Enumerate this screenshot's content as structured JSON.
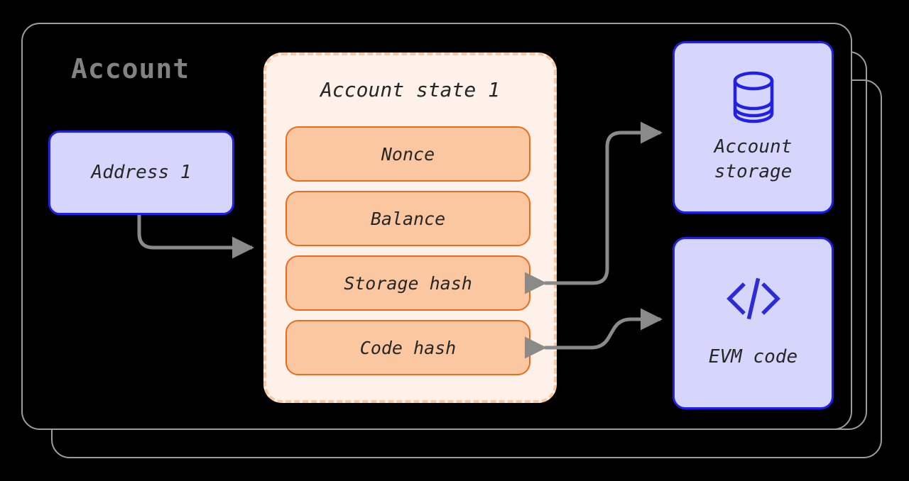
{
  "diagram": {
    "title": "Account",
    "container_label": "Account",
    "state_panel": {
      "title": "Account state 1",
      "fields": [
        {
          "label": "Nonce"
        },
        {
          "label": "Balance"
        },
        {
          "label": "Storage hash"
        },
        {
          "label": "Code hash"
        }
      ]
    },
    "address_box": {
      "label": "Address 1"
    },
    "side_boxes": [
      {
        "label": "Account\nstorage",
        "icon": "database-icon"
      },
      {
        "label": "EVM code",
        "icon": "code-brackets-icon"
      }
    ],
    "connectors": [
      {
        "name": "address-to-account-state",
        "from": "Address 1",
        "to": "Account state 1",
        "direction": "forward"
      },
      {
        "name": "storage-hash-to-account-storage",
        "from": "Storage hash",
        "to": "Account storage",
        "direction": "bidirectional"
      },
      {
        "name": "code-hash-to-evm-code",
        "from": "Code hash",
        "to": "EVM code",
        "direction": "bidirectional"
      }
    ],
    "colors": {
      "background": "#000000",
      "container_stroke": "#9d9d9d",
      "title_text": "#828282",
      "blue_fill": "#d6d6fc",
      "blue_stroke": "#2020e8",
      "panel_fill": "#fdf1ea",
      "panel_stroke": "#fac7a0",
      "pill_fill": "#fac7a0",
      "pill_stroke": "#ee6b1e",
      "arrow": "#8a8a8a",
      "body_text": "#262626"
    }
  }
}
